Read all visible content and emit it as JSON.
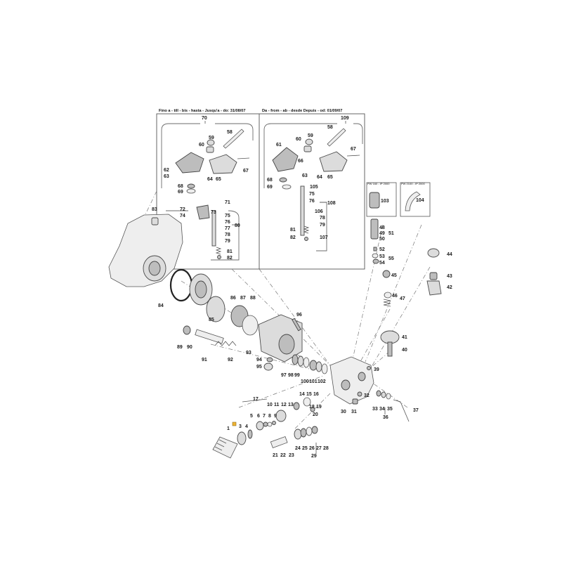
{
  "headers": {
    "left": "Fino a - till - bis - hasta - Jusqu'a - do: 31/08/07",
    "right": "Da - from - ab - desde Depuis - od: 01/09/07",
    "small_a": "PW 160 - IP 2000",
    "small_b": "PW 2100 - IP 2000"
  },
  "labels": {
    "l1": "1",
    "l3": "3",
    "l4": "4",
    "l5": "5",
    "l6": "6",
    "l7": "7",
    "l8": "8",
    "l9": "9",
    "l10": "10",
    "l11": "11",
    "l12": "12",
    "l13": "13",
    "l14": "14",
    "l15": "15",
    "l16": "16",
    "l17": "17",
    "l18": "18",
    "l19": "19",
    "l20": "20",
    "l21": "21",
    "l22": "22",
    "l23": "23",
    "l24": "24",
    "l25": "25",
    "l26": "26",
    "l27": "27",
    "l28": "28",
    "l29": "29",
    "l30": "30",
    "l31": "31",
    "l32": "32",
    "l33": "33",
    "l34": "34",
    "l35": "35",
    "l36": "36",
    "l37": "37",
    "l39": "39",
    "l40": "40",
    "l41": "41",
    "l42": "42",
    "l43": "43",
    "l44": "44",
    "l45": "45",
    "l46": "46",
    "l47": "47",
    "l48": "48",
    "l49": "49",
    "l50": "50",
    "l51": "51",
    "l52": "52",
    "l53": "53",
    "l54": "54",
    "l55": "55",
    "l58a": "58",
    "l59a": "59",
    "l60a": "60",
    "l62": "62",
    "l63a": "63",
    "l64a": "64",
    "l65a": "65",
    "l67a": "67",
    "l68a": "68",
    "l69a": "69",
    "l70": "70",
    "l71": "71",
    "l72": "72",
    "l73": "73",
    "l74": "74",
    "l75a": "75",
    "l76a": "76",
    "l77": "77",
    "l78a": "78",
    "l79a": "79",
    "l80": "80",
    "l81a": "81",
    "l82a": "82",
    "l58b": "58",
    "l59b": "59",
    "l60b": "60",
    "l61": "61",
    "l63b": "63",
    "l64b": "64",
    "l65b": "65",
    "l66": "66",
    "l67b": "67",
    "l68b": "68",
    "l69b": "69",
    "l75b": "75",
    "l76b": "76",
    "l78b": "78",
    "l79b": "79",
    "l81b": "81",
    "l82b": "82",
    "l105": "105",
    "l106": "106",
    "l107": "107",
    "l108": "108",
    "l109": "109",
    "l83": "83",
    "l84": "84",
    "l85": "85",
    "l86": "86",
    "l87": "87",
    "l88": "88",
    "l89": "89",
    "l90": "90",
    "l91": "91",
    "l92": "92",
    "l93": "93",
    "l94": "94",
    "l95": "95",
    "l96": "96",
    "l97": "97",
    "l98": "98",
    "l99": "99",
    "l100": "100",
    "l101": "101",
    "l102": "102",
    "l103": "103",
    "l104": "104"
  }
}
